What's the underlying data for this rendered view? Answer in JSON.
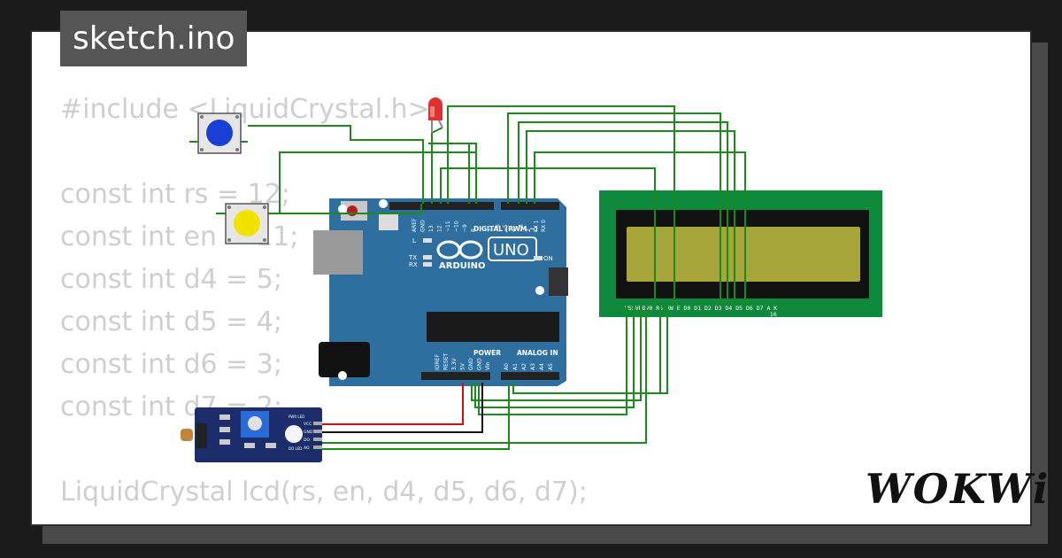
{
  "title": "sketch.ino",
  "code_lines": [
    "#include <LiquidCrystal.h>",
    "const int rs = 12;",
    "const int en = 11;",
    "const int d4 = 5;",
    "const int d5 = 4;",
    "const int d6 = 3;",
    "const int d7 = 2;",
    "LiquidCrystal lcd(rs, en, d4, d5, d6, d7);"
  ],
  "logo": "WOKWi",
  "arduino": {
    "brand": "ARDUINO",
    "model": "UNO",
    "digital_header": "DIGITAL (PWM ~)",
    "power_header": "POWER",
    "analog_header": "ANALOG IN",
    "on_label": "ON",
    "led_labels": [
      "L",
      "TX",
      "RX"
    ],
    "top_pins": [
      "AREF",
      "GND",
      "13",
      "12",
      "~11",
      "~10",
      "~9",
      "8",
      "7",
      "~6",
      "~5",
      "4",
      "~3",
      "2",
      "TX 1",
      "RX 0"
    ],
    "bottom_pins": [
      "IOREF",
      "RESET",
      "3.3V",
      "5V",
      "GND",
      "GND",
      "Vin",
      "A0",
      "A1",
      "A2",
      "A3",
      "A4",
      "A5"
    ]
  },
  "lcd": {
    "pin_labels": "VSSVDDV0 RS RW E  D0 D1 D2 D3 D4 D5 D6 D7 A  K",
    "pin_number": "16"
  },
  "sensor": {
    "pin_labels": [
      "VCC",
      "GND",
      "DO",
      "AO"
    ],
    "led_labels": [
      "PWR LED",
      "DO LED"
    ]
  },
  "colors": {
    "wire_green": "#1a8a1a",
    "wire_red": "#d01010",
    "wire_black": "#111111",
    "board_blue": "#2f6fa0",
    "lcd_green": "#0f8a3c",
    "lcd_screen": "#a6a63a"
  }
}
